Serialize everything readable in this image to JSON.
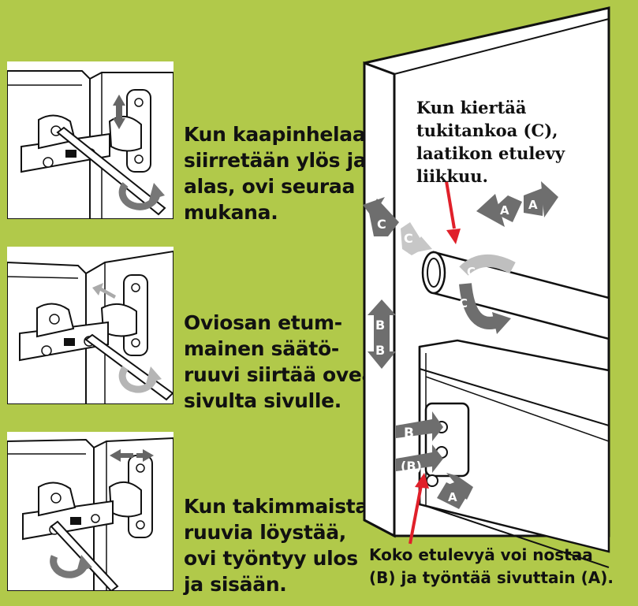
{
  "captions": {
    "step1": [
      "Kun kaapinhelaa",
      "siirretään ylös ja",
      "alas, ovi seuraa",
      "mukana."
    ],
    "step2": [
      "Oviosan etum-",
      "mainen säätö-",
      "ruuvi siirtää ovea",
      "sivulta sivulle."
    ],
    "step3": [
      "Kun takimmaista",
      "ruuvia löystää,",
      "ovi työntyy ulos",
      "ja sisään."
    ],
    "rod_note": [
      "Kun kiertää",
      "tukitankoa (C),",
      "laatikon etulevy",
      "liikkuu."
    ],
    "bottom_note": [
      "Koko etulevyä voi nostaa",
      "(B) ja työntää sivuttain (A)."
    ]
  },
  "labels": {
    "a": "A",
    "b": "B",
    "c": "C",
    "b_paren": "(B)"
  },
  "colors": {
    "background": "#b1c94a",
    "panel": "#ffffff",
    "arrow_dark": "#6e6e6e",
    "arrow_light": "#c7c7c7",
    "pointer_red": "#e0202a",
    "ink": "#111111"
  }
}
